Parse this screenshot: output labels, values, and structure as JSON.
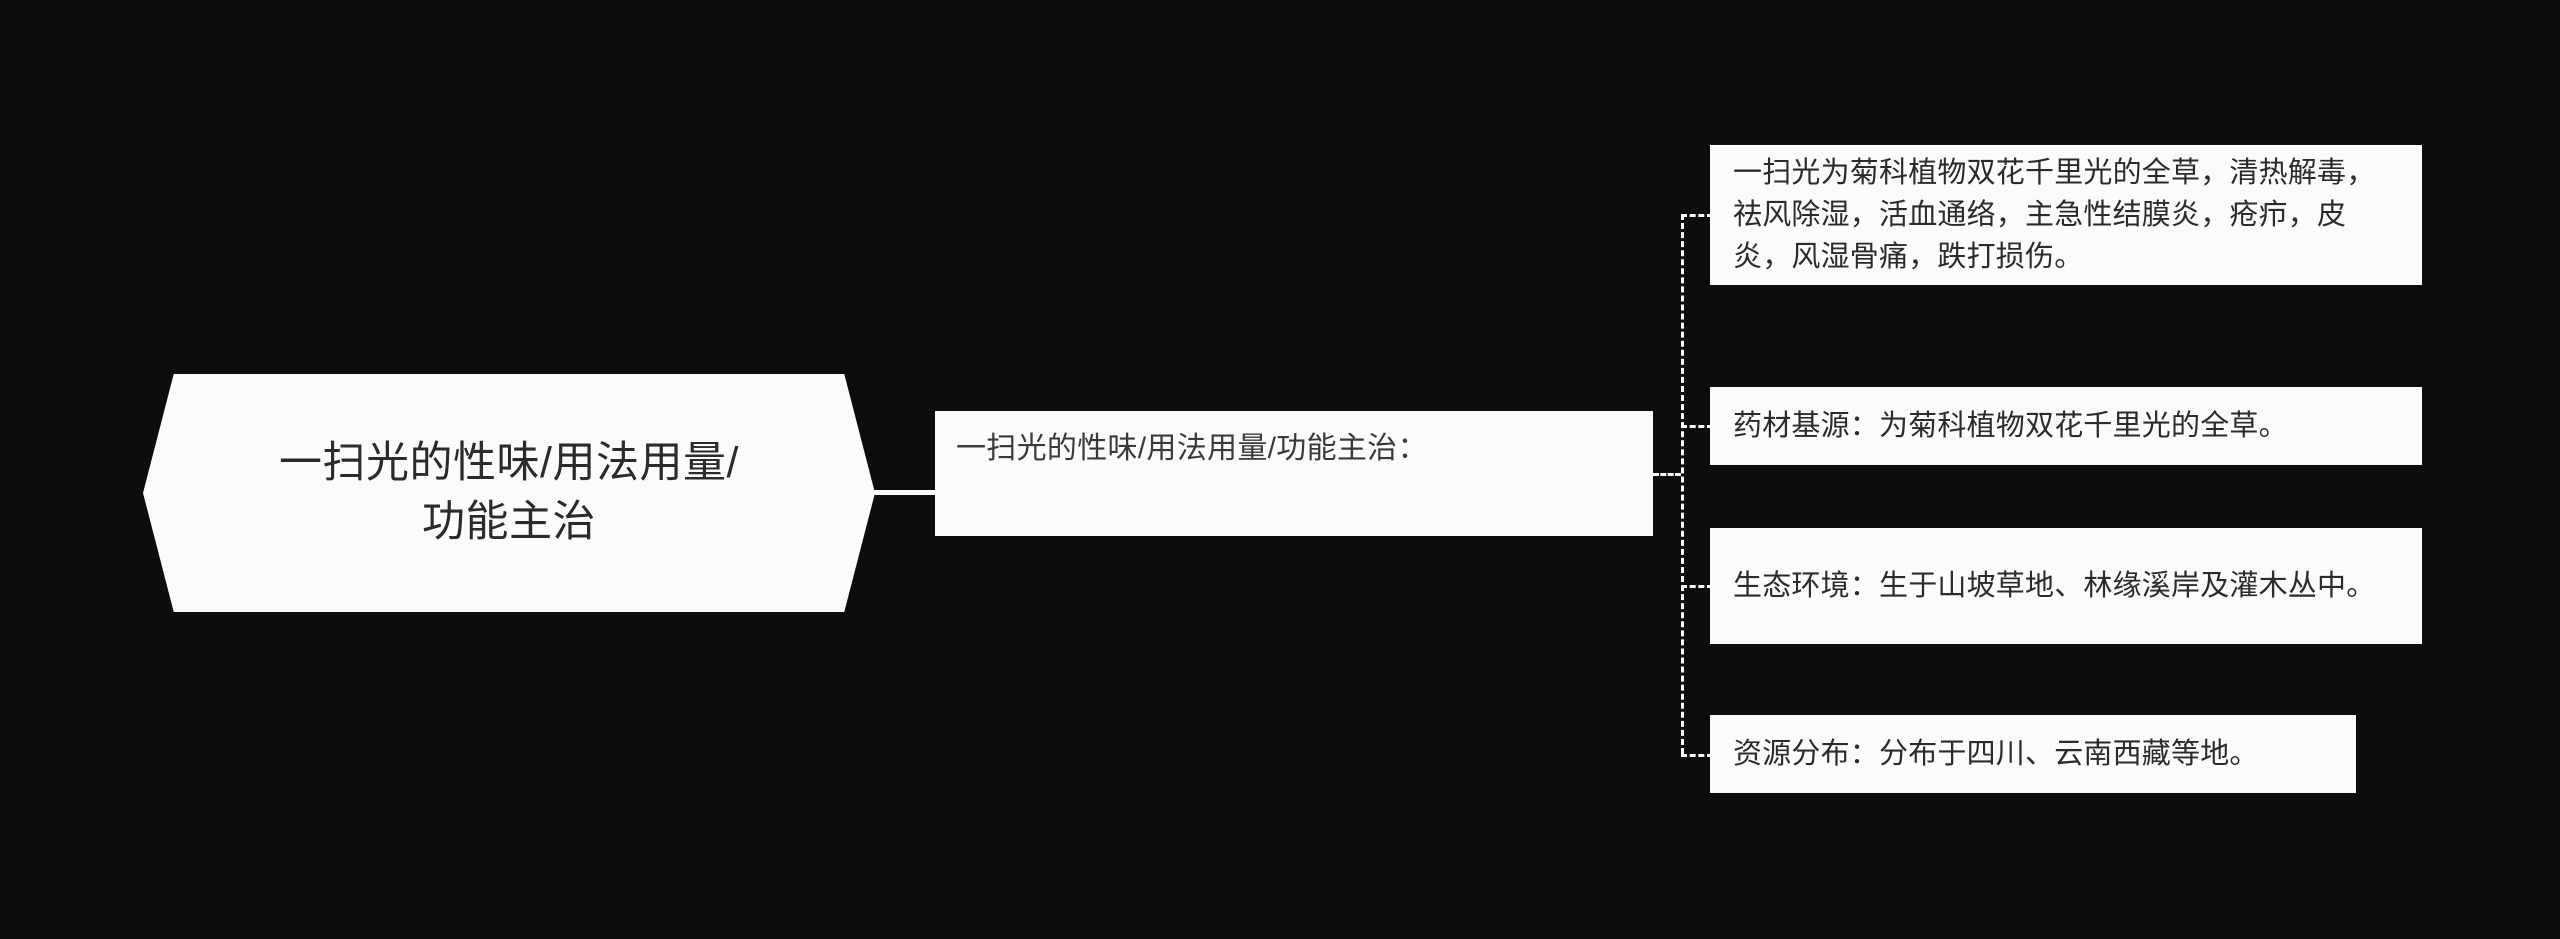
{
  "diagram": {
    "type": "mindmap",
    "background_color": "#0d0d0d",
    "node_fill_color": "#fbfbfb",
    "node_text_color": "#2b2b2b",
    "connector_color": "#fbfbfb",
    "root": {
      "label": "一扫光的性味/用法用量/\n功能主治",
      "shape": "hexagon"
    },
    "branch": {
      "label": "一扫光的性味/用法用量/功能主治：",
      "shape": "dashed-rectangle"
    },
    "leaves": [
      {
        "label": "一扫光为菊科植物双花千里光的全草，清热解毒，祛风除湿，活血通络，主急性结膜炎，疮疖，皮炎，风湿骨痛，跌打损伤。"
      },
      {
        "label": "药材基源：为菊科植物双花千里光的全草。"
      },
      {
        "label": "生态环境：生于山坡草地、林缘溪岸及灌木丛中。"
      },
      {
        "label": "资源分布：分布于四川、云南西藏等地。"
      }
    ]
  }
}
